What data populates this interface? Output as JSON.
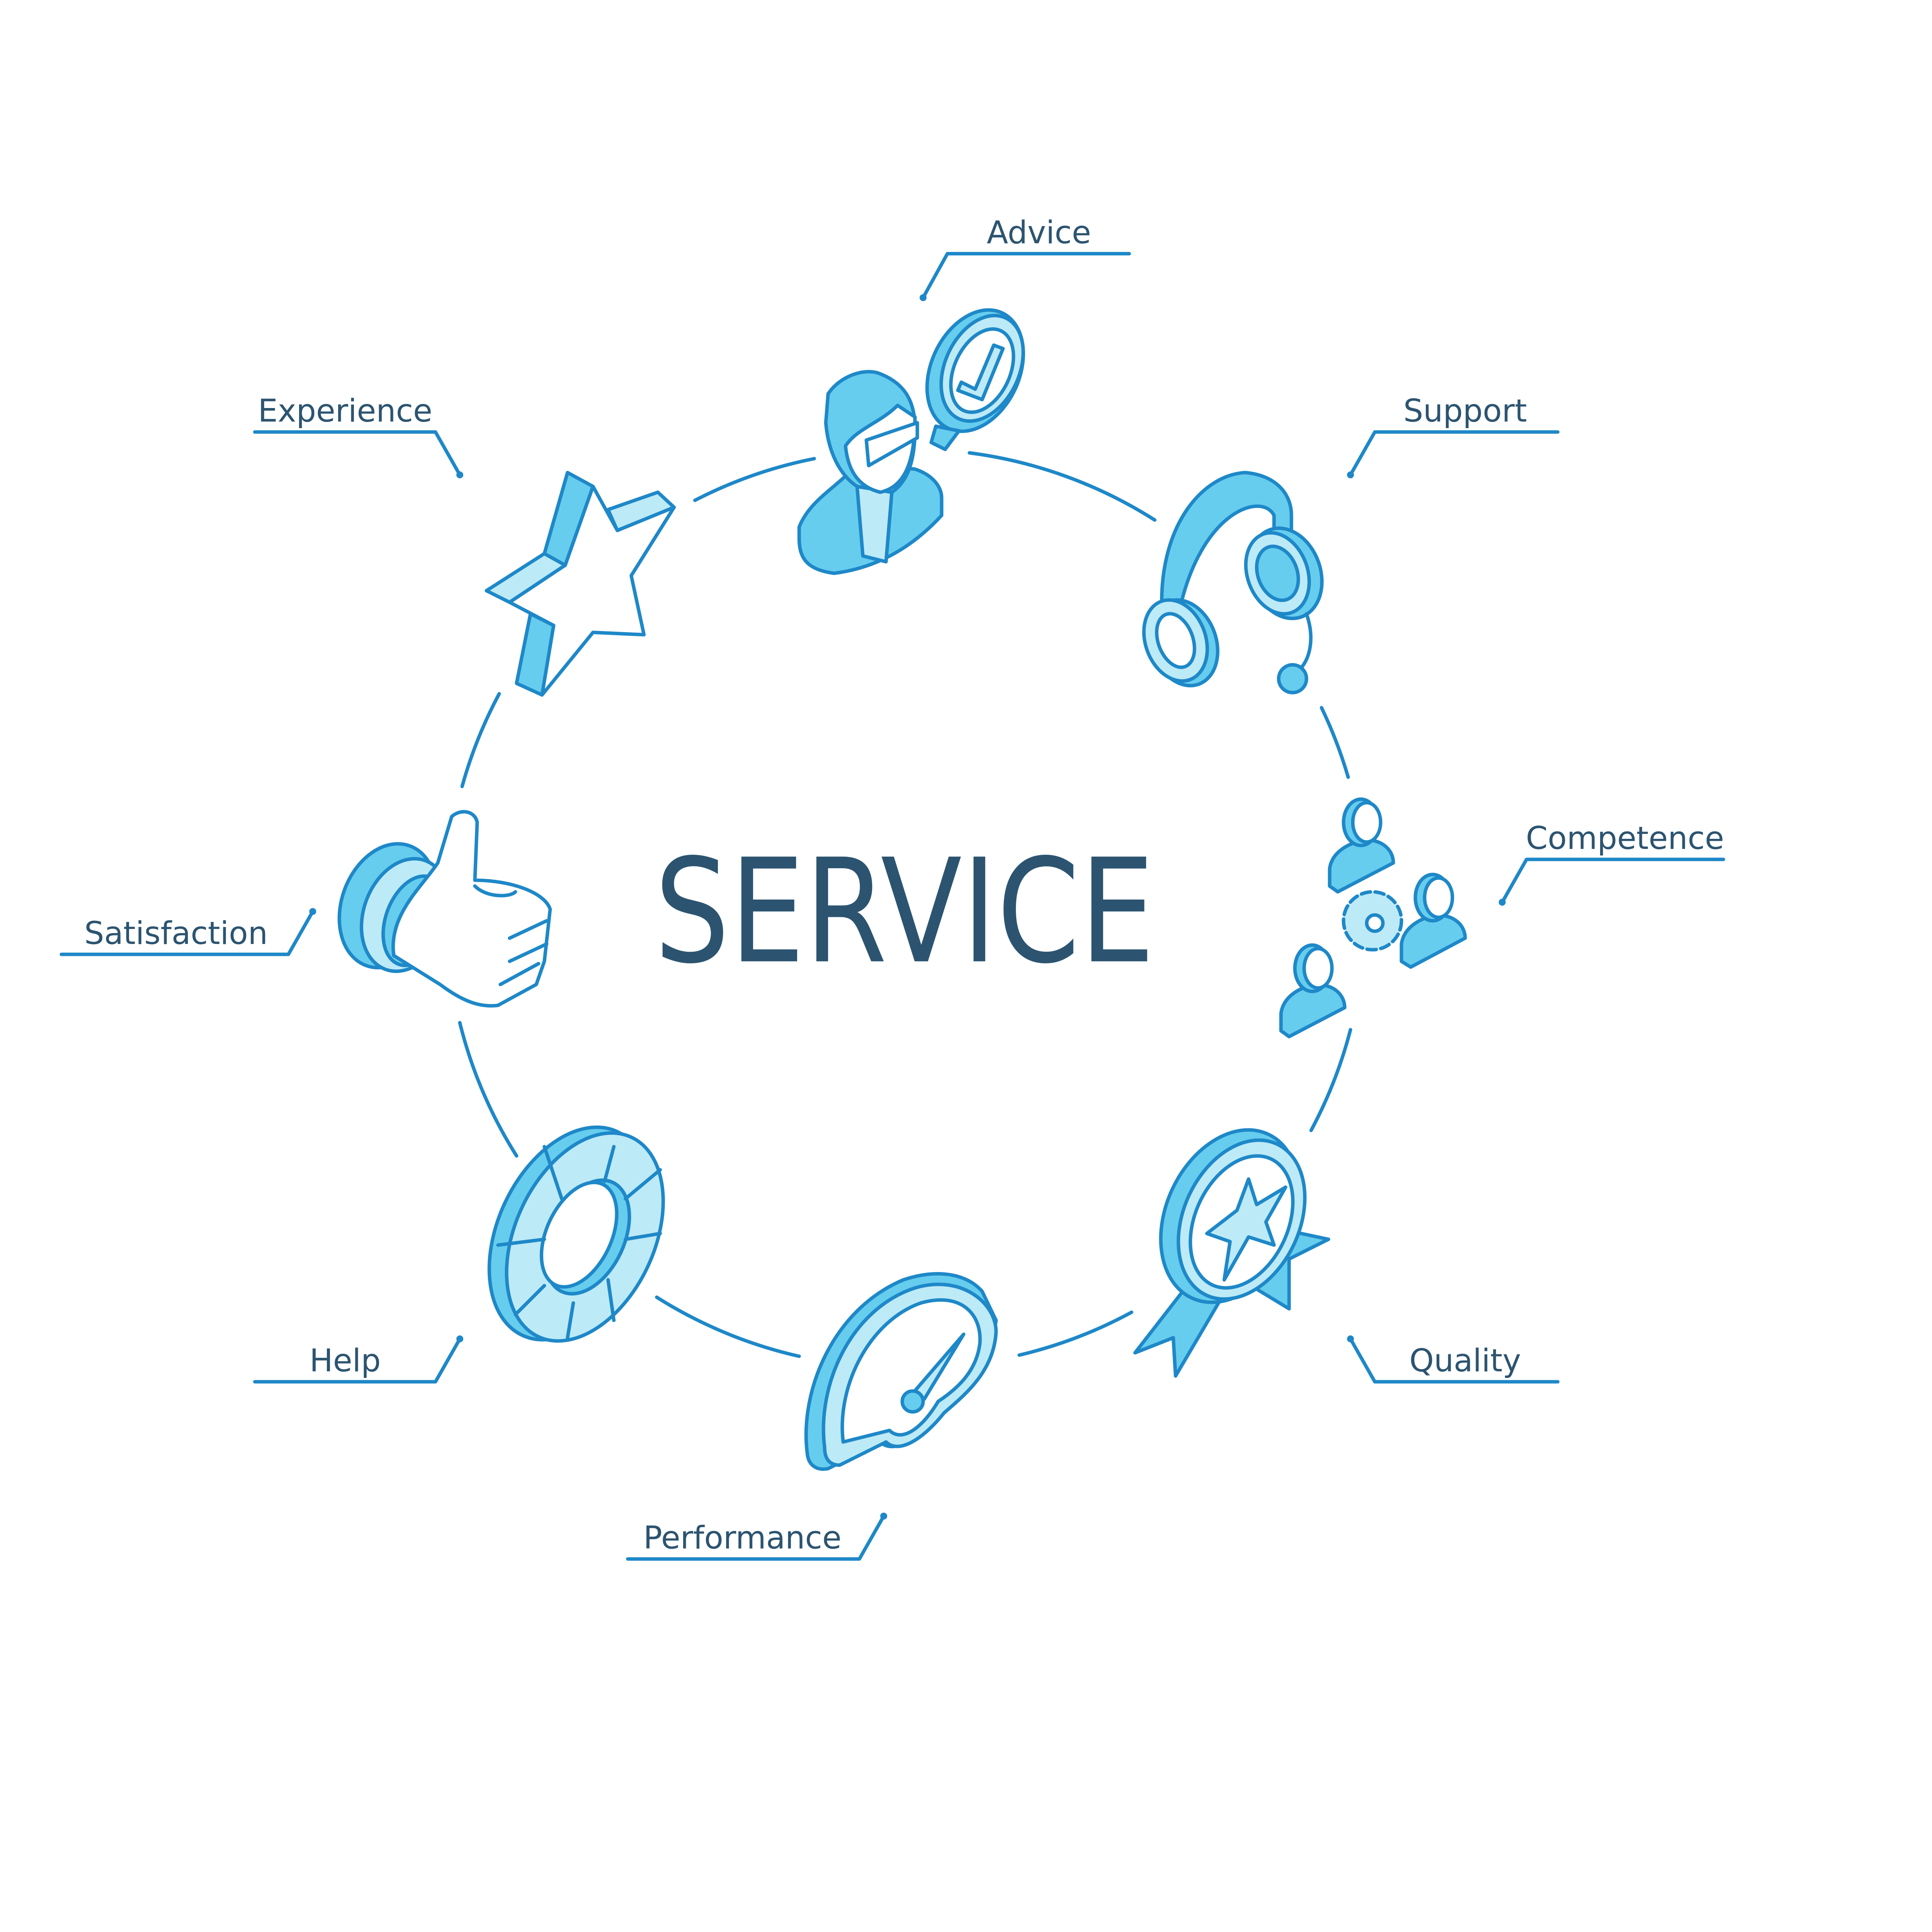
{
  "title": "SERVICE",
  "colors": {
    "stroke": "#1e88c8",
    "fill_dark": "#66cdee",
    "fill_light": "#bdeaf7",
    "text": "#2c5470"
  },
  "items": [
    {
      "label": "Advice",
      "icon": "consultant-icon"
    },
    {
      "label": "Support",
      "icon": "headset-icon"
    },
    {
      "label": "Competence",
      "icon": "team-gear-icon"
    },
    {
      "label": "Quality",
      "icon": "medal-icon"
    },
    {
      "label": "Performance",
      "icon": "speedometer-icon"
    },
    {
      "label": "Help",
      "icon": "lifebuoy-icon"
    },
    {
      "label": "Satisfaction",
      "icon": "thumbs-up-icon"
    },
    {
      "label": "Experience",
      "icon": "star-icon"
    }
  ]
}
